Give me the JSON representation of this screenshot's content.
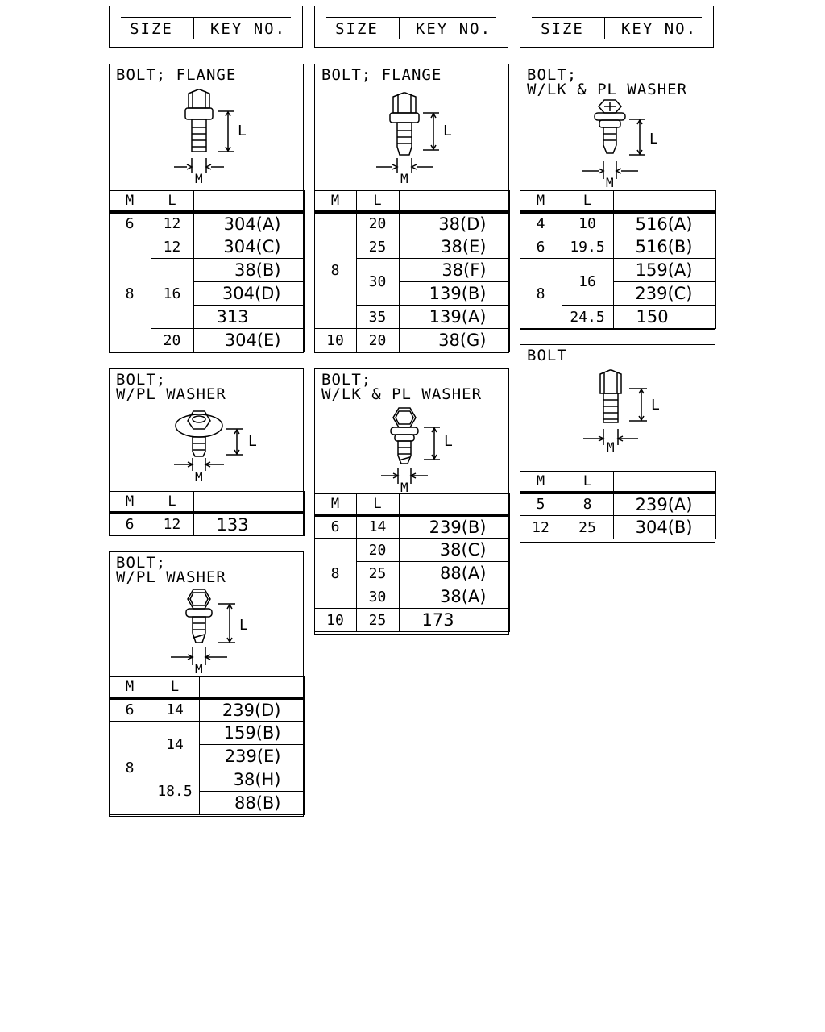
{
  "header": {
    "size_label": "SIZE",
    "key_label": "KEY NO."
  },
  "panels": {
    "p1": {
      "title": "BOLT; FLANGE",
      "col_m": "M",
      "col_l": "L",
      "dim_l": "L",
      "dim_m": "M",
      "rows": [
        "6",
        "12",
        "304(A)",
        "12",
        "304(C)",
        "8",
        "16",
        "38(B)",
        "304(D)",
        "313",
        "20",
        "304(E)"
      ]
    },
    "p2": {
      "title": "BOLT; FLANGE",
      "col_m": "M",
      "col_l": "L",
      "dim_l": "L",
      "dim_m": "M",
      "rows": [
        "8",
        "20",
        "38(D)",
        "25",
        "38(E)",
        "30",
        "38(F)",
        "139(B)",
        "35",
        "139(A)",
        "10",
        "20",
        "38(G)"
      ]
    },
    "p3": {
      "title": "BOLT;\nW/LK & PL WASHER",
      "col_m": "M",
      "col_l": "L",
      "dim_l": "L",
      "dim_m": "M",
      "rows": [
        "4",
        "10",
        "516(A)",
        "6",
        "19.5",
        "516(B)",
        "8",
        "16",
        "159(A)",
        "239(C)",
        "24.5",
        "150"
      ]
    },
    "p4": {
      "title": "BOLT;\nW/PL WASHER",
      "col_m": "M",
      "col_l": "L",
      "dim_l": "L",
      "dim_m": "M",
      "rows": [
        "6",
        "12",
        "133"
      ]
    },
    "p5": {
      "title": "BOLT;\nW/LK & PL WASHER",
      "col_m": "M",
      "col_l": "L",
      "dim_l": "L",
      "dim_m": "M",
      "rows": [
        "6",
        "14",
        "239(B)",
        "8",
        "20",
        "38(C)",
        "25",
        "88(A)",
        "30",
        "38(A)",
        "10",
        "25",
        "173"
      ]
    },
    "p6": {
      "title": "BOLT",
      "col_m": "M",
      "col_l": "L",
      "dim_l": "L",
      "dim_m": "M",
      "rows": [
        "5",
        "8",
        "239(A)",
        "12",
        "25",
        "304(B)"
      ]
    },
    "p7": {
      "title": "BOLT;\nW/PL WASHER",
      "col_m": "M",
      "col_l": "L",
      "dim_l": "L",
      "dim_m": "M",
      "rows": [
        "6",
        "14",
        "239(D)",
        "8",
        "14",
        "159(B)",
        "239(E)",
        "18.5",
        "38(H)",
        "88(B)"
      ]
    }
  }
}
